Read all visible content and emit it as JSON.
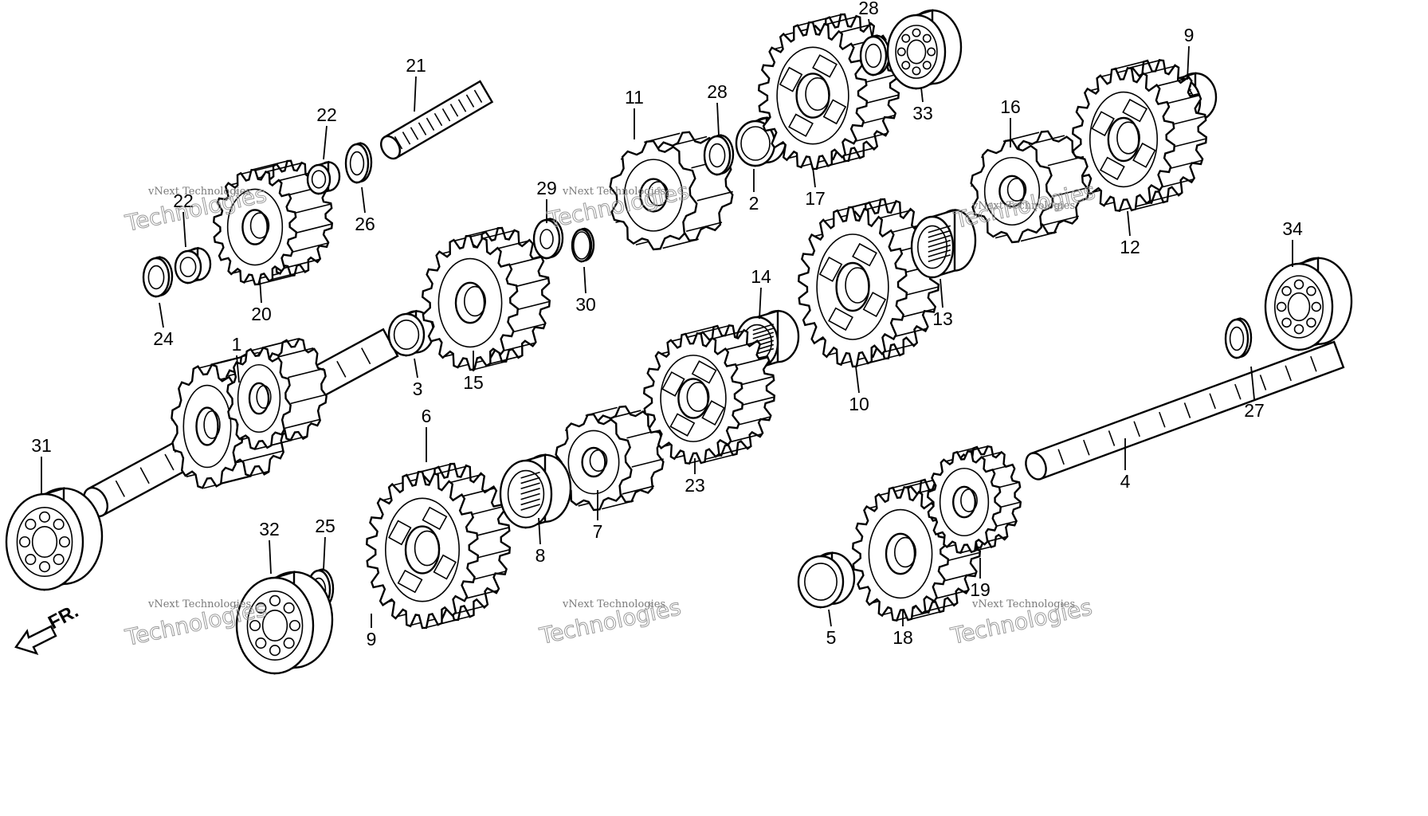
{
  "diagram": {
    "direction_label": "FR.",
    "watermark": {
      "line1": "vNext Technologies",
      "line2": "Technologies",
      "line3": "vNext"
    },
    "callouts": [
      "1",
      "2",
      "3",
      "4",
      "5",
      "6",
      "7",
      "8",
      "9",
      "9",
      "10",
      "11",
      "12",
      "13",
      "14",
      "15",
      "16",
      "17",
      "18",
      "19",
      "20",
      "21",
      "22",
      "22",
      "23",
      "24",
      "25",
      "26",
      "27",
      "28",
      "28",
      "29",
      "30",
      "31",
      "32",
      "33",
      "34"
    ],
    "parts": [
      {
        "id": "1",
        "kind": "mainshaft"
      },
      {
        "id": "2",
        "kind": "bushing"
      },
      {
        "id": "3",
        "kind": "bushing"
      },
      {
        "id": "4",
        "kind": "countershaft"
      },
      {
        "id": "5",
        "kind": "bushing"
      },
      {
        "id": "6",
        "kind": "gear"
      },
      {
        "id": "7",
        "kind": "gear"
      },
      {
        "id": "8",
        "kind": "bushing"
      },
      {
        "id": "9",
        "kind": "needle-bearing"
      },
      {
        "id": "10",
        "kind": "gear"
      },
      {
        "id": "11",
        "kind": "gear"
      },
      {
        "id": "12",
        "kind": "gear"
      },
      {
        "id": "13",
        "kind": "bushing"
      },
      {
        "id": "14",
        "kind": "bushing"
      },
      {
        "id": "15",
        "kind": "gear"
      },
      {
        "id": "16",
        "kind": "gear"
      },
      {
        "id": "17",
        "kind": "gear"
      },
      {
        "id": "18",
        "kind": "gear"
      },
      {
        "id": "19",
        "kind": "gear"
      },
      {
        "id": "20",
        "kind": "gear"
      },
      {
        "id": "21",
        "kind": "shaft"
      },
      {
        "id": "22",
        "kind": "bushing"
      },
      {
        "id": "23",
        "kind": "gear"
      },
      {
        "id": "24",
        "kind": "washer"
      },
      {
        "id": "25",
        "kind": "washer"
      },
      {
        "id": "26",
        "kind": "washer"
      },
      {
        "id": "27",
        "kind": "washer"
      },
      {
        "id": "28",
        "kind": "washer"
      },
      {
        "id": "29",
        "kind": "splined-washer"
      },
      {
        "id": "30",
        "kind": "snap-ring"
      },
      {
        "id": "31",
        "kind": "ball-bearing"
      },
      {
        "id": "32",
        "kind": "ball-bearing"
      },
      {
        "id": "33",
        "kind": "ball-bearing"
      },
      {
        "id": "34",
        "kind": "ball-bearing"
      }
    ]
  }
}
